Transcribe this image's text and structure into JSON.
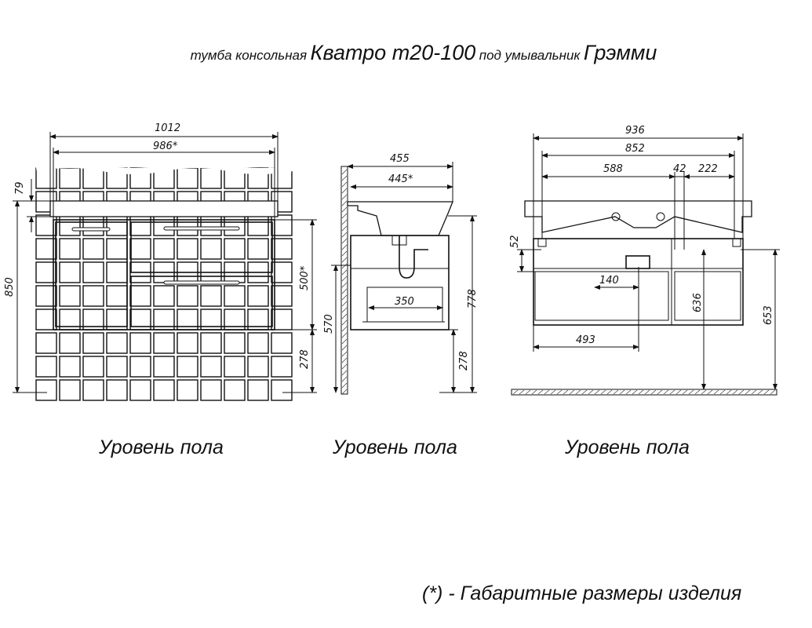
{
  "title": {
    "prefix": "тумба консольная",
    "model": "Кватро т20-100",
    "middle": "под умывальник",
    "basin": "Грэмми"
  },
  "front_view": {
    "dims": {
      "overall_width": "1012",
      "body_width": "986*",
      "top_thickness": "79",
      "total_height": "850",
      "body_height": "500*",
      "floor_clearance": "278"
    }
  },
  "side_view": {
    "dims": {
      "overall_depth": "455",
      "body_depth": "445*",
      "drawer_depth": "350",
      "top_height": "778",
      "mid_height": "570",
      "floor_clearance": "278"
    }
  },
  "back_view": {
    "dims": {
      "overall_width": "936",
      "mount_width": "852",
      "drain_offset": "588",
      "gap": "42",
      "right_offset": "222",
      "rail_height": "52",
      "siphon_width": "140",
      "bottom_offset": "493",
      "drain_height": "636",
      "mount_height": "653"
    }
  },
  "floor_labels": [
    "Уровень пола",
    "Уровень пола",
    "Уровень пола"
  ],
  "footnote": "(*) - Габаритные размеры изделия"
}
